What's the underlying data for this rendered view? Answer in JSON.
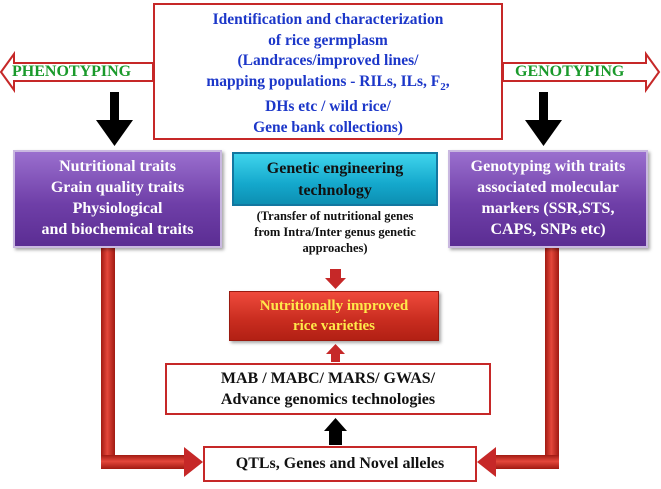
{
  "top_box": {
    "lines": [
      "Identification and characterization",
      "of  rice germplasm",
      "(Landraces/improved lines/",
      "mapping populations - RILs, ILs, F",
      "DHs etc / wild rice/",
      "Gene bank collections)"
    ],
    "subscript": "2",
    "after_subscript": ","
  },
  "labels": {
    "phenotyping": "PHENOTYPING",
    "genotyping": "GENOTYPING"
  },
  "left_box": {
    "lines": [
      "Nutritional traits",
      "Grain quality traits",
      "Physiological",
      "and biochemical traits"
    ]
  },
  "center_box": {
    "lines": [
      "Genetic engineering",
      "technology"
    ],
    "note_lines": [
      "(Transfer of nutritional genes",
      "from Intra/Inter genus genetic",
      "approaches)"
    ]
  },
  "right_box": {
    "lines": [
      "Genotyping  with traits",
      "associated molecular",
      "markers (SSR,STS,",
      "CAPS, SNPs etc)"
    ]
  },
  "improved_box": {
    "lines": [
      "Nutritionally improved",
      "rice varieties"
    ]
  },
  "mab_box": {
    "lines": [
      "MAB / MABC/ MARS/ GWAS/",
      "Advance genomics technologies"
    ]
  },
  "qtl_box": {
    "label": "QTLs, Genes and Novel alleles"
  },
  "colors": {
    "top_text": "#1c37c9",
    "label_green": "#1a9a2b",
    "red": "#c62828",
    "purple": "#6f3fa8",
    "cyan": "#14a8cc",
    "improved_text": "#ffe94a"
  }
}
